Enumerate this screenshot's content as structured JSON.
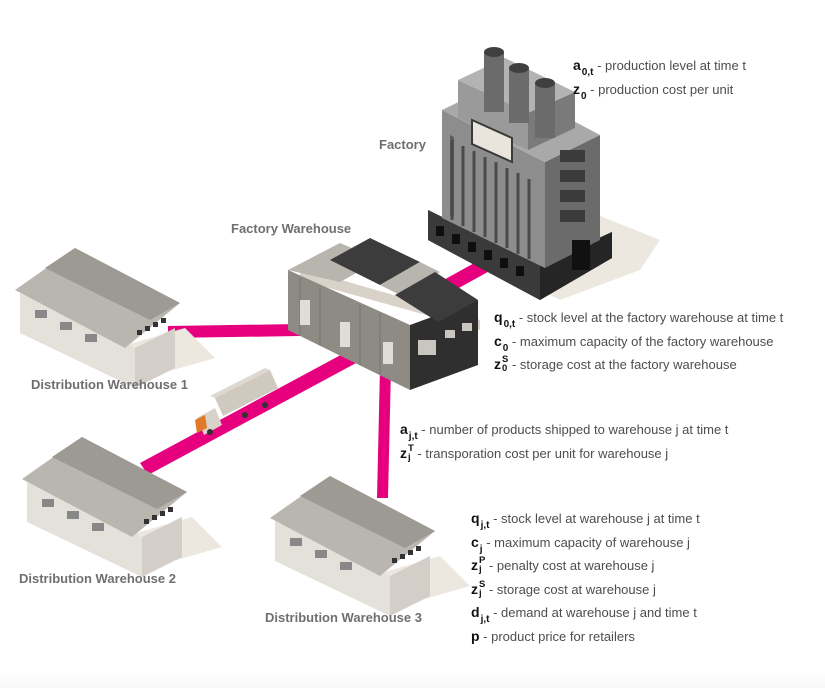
{
  "colors": {
    "link": "#e6007e",
    "label_text": "#6f6f6f",
    "legend_text": "#4d4d4d",
    "symbol_text": "#111111"
  },
  "nodes": {
    "factory": {
      "label": "Factory"
    },
    "factory_warehouse": {
      "label": "Factory Warehouse"
    },
    "dw1": {
      "label": "Distribution Warehouse 1"
    },
    "dw2": {
      "label": "Distribution Warehouse 2"
    },
    "dw3": {
      "label": "Distribution Warehouse 3"
    },
    "truck": {
      "label": ""
    }
  },
  "legends": {
    "factory": [
      {
        "base": "a",
        "sub": "0,t",
        "sup": "",
        "desc": " - production level at time t"
      },
      {
        "base": "z",
        "sub": "0",
        "sup": "",
        "desc": " - production cost per unit"
      }
    ],
    "factory_warehouse": [
      {
        "base": "q",
        "sub": "0,t",
        "sup": "",
        "desc": " - stock level at the factory warehouse at time t"
      },
      {
        "base": "c",
        "sub": "0",
        "sup": "",
        "desc": " - maximum capacity of the factory warehouse"
      },
      {
        "base": "z",
        "sub": "0",
        "sup": "S",
        "desc": " - storage cost at the factory warehouse"
      }
    ],
    "shipping": [
      {
        "base": "a",
        "sub": "j,t",
        "sup": "",
        "desc": " - number of products shipped to warehouse j at time t"
      },
      {
        "base": "z",
        "sub": "j",
        "sup": "T",
        "desc": " - transporation cost per unit for warehouse j"
      }
    ],
    "warehouse": [
      {
        "base": "q",
        "sub": "j,t",
        "sup": "",
        "desc": " - stock level at warehouse j at time t"
      },
      {
        "base": "c",
        "sub": "j",
        "sup": "",
        "desc": " - maximum capacity of warehouse j"
      },
      {
        "base": "z",
        "sub": "j",
        "sup": "P",
        "desc": " - penalty cost at warehouse j"
      },
      {
        "base": "z",
        "sub": "j",
        "sup": "S",
        "desc": " - storage cost at warehouse j"
      },
      {
        "base": "d",
        "sub": "j,t",
        "sup": "",
        "desc": " - demand at warehouse j and time t"
      },
      {
        "base": "p",
        "sub": "",
        "sup": "",
        "desc": " - product price for retailers"
      }
    ]
  }
}
